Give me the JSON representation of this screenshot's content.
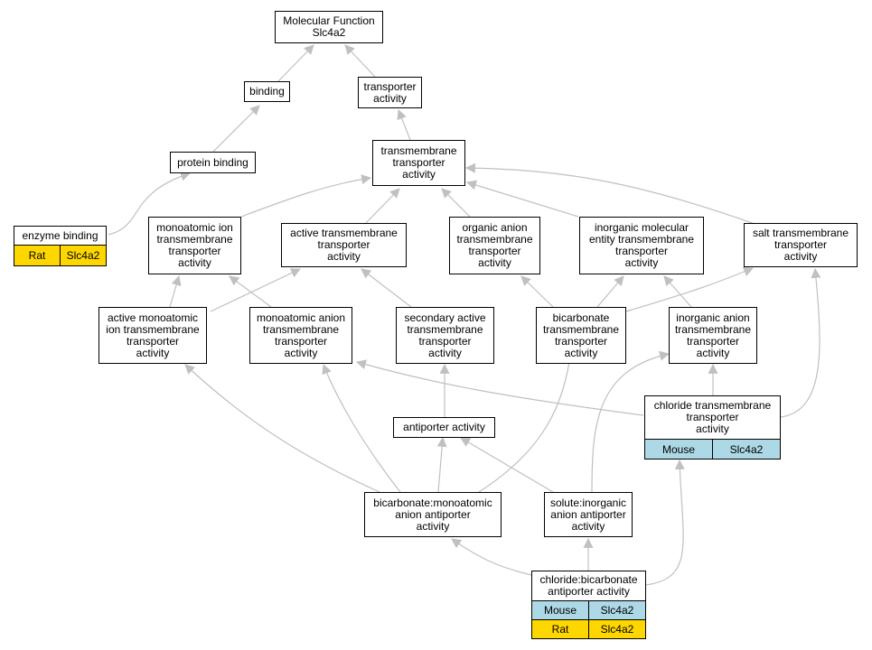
{
  "nodes": {
    "molecular_function": "Molecular Function\nSlc4a2",
    "binding": "binding",
    "transporter_activity": "transporter\nactivity",
    "protein_binding": "protein binding",
    "transmembrane_transporter": "transmembrane\ntransporter\nactivity",
    "enzyme_binding": "enzyme binding",
    "monoatomic_ion_tm": "monoatomic ion\ntransmembrane\ntransporter\nactivity",
    "active_tm": "active transmembrane\ntransporter\nactivity",
    "organic_anion_tm": "organic anion\ntransmembrane\ntransporter\nactivity",
    "inorganic_molecular_entity_tm": "inorganic molecular\nentity transmembrane\ntransporter\nactivity",
    "salt_tm": "salt transmembrane\ntransporter\nactivity",
    "active_monoatomic_ion_tm": "active monoatomic\nion transmembrane\ntransporter\nactivity",
    "monoatomic_anion_tm": "monoatomic anion\ntransmembrane\ntransporter\nactivity",
    "secondary_active_tm": "secondary active\ntransmembrane\ntransporter\nactivity",
    "bicarbonate_tm": "bicarbonate\ntransmembrane\ntransporter\nactivity",
    "inorganic_anion_tm": "inorganic anion\ntransmembrane\ntransporter\nactivity",
    "chloride_tm": "chloride transmembrane\ntransporter\nactivity",
    "antiporter": "antiporter activity",
    "bicarbonate_monoatomic_anion_antiporter": "bicarbonate:monoatomic\nanion antiporter\nactivity",
    "solute_inorganic_anion_antiporter": "solute:inorganic\nanion antiporter\nactivity",
    "chloride_bicarbonate_antiporter": "chloride:bicarbonate\nantiporter activity"
  },
  "annotations": {
    "enzyme_binding": [
      [
        "Rat",
        "Slc4a2"
      ]
    ],
    "chloride_tm": [
      [
        "Mouse",
        "Slc4a2"
      ]
    ],
    "chloride_bicarbonate_antiporter": [
      [
        "Mouse",
        "Slc4a2"
      ],
      [
        "Rat",
        "Slc4a2"
      ]
    ]
  },
  "colors": {
    "mouse": "#add8e6",
    "rat": "#ffd700",
    "edge": "#c0c0c0",
    "border": "#000000"
  }
}
